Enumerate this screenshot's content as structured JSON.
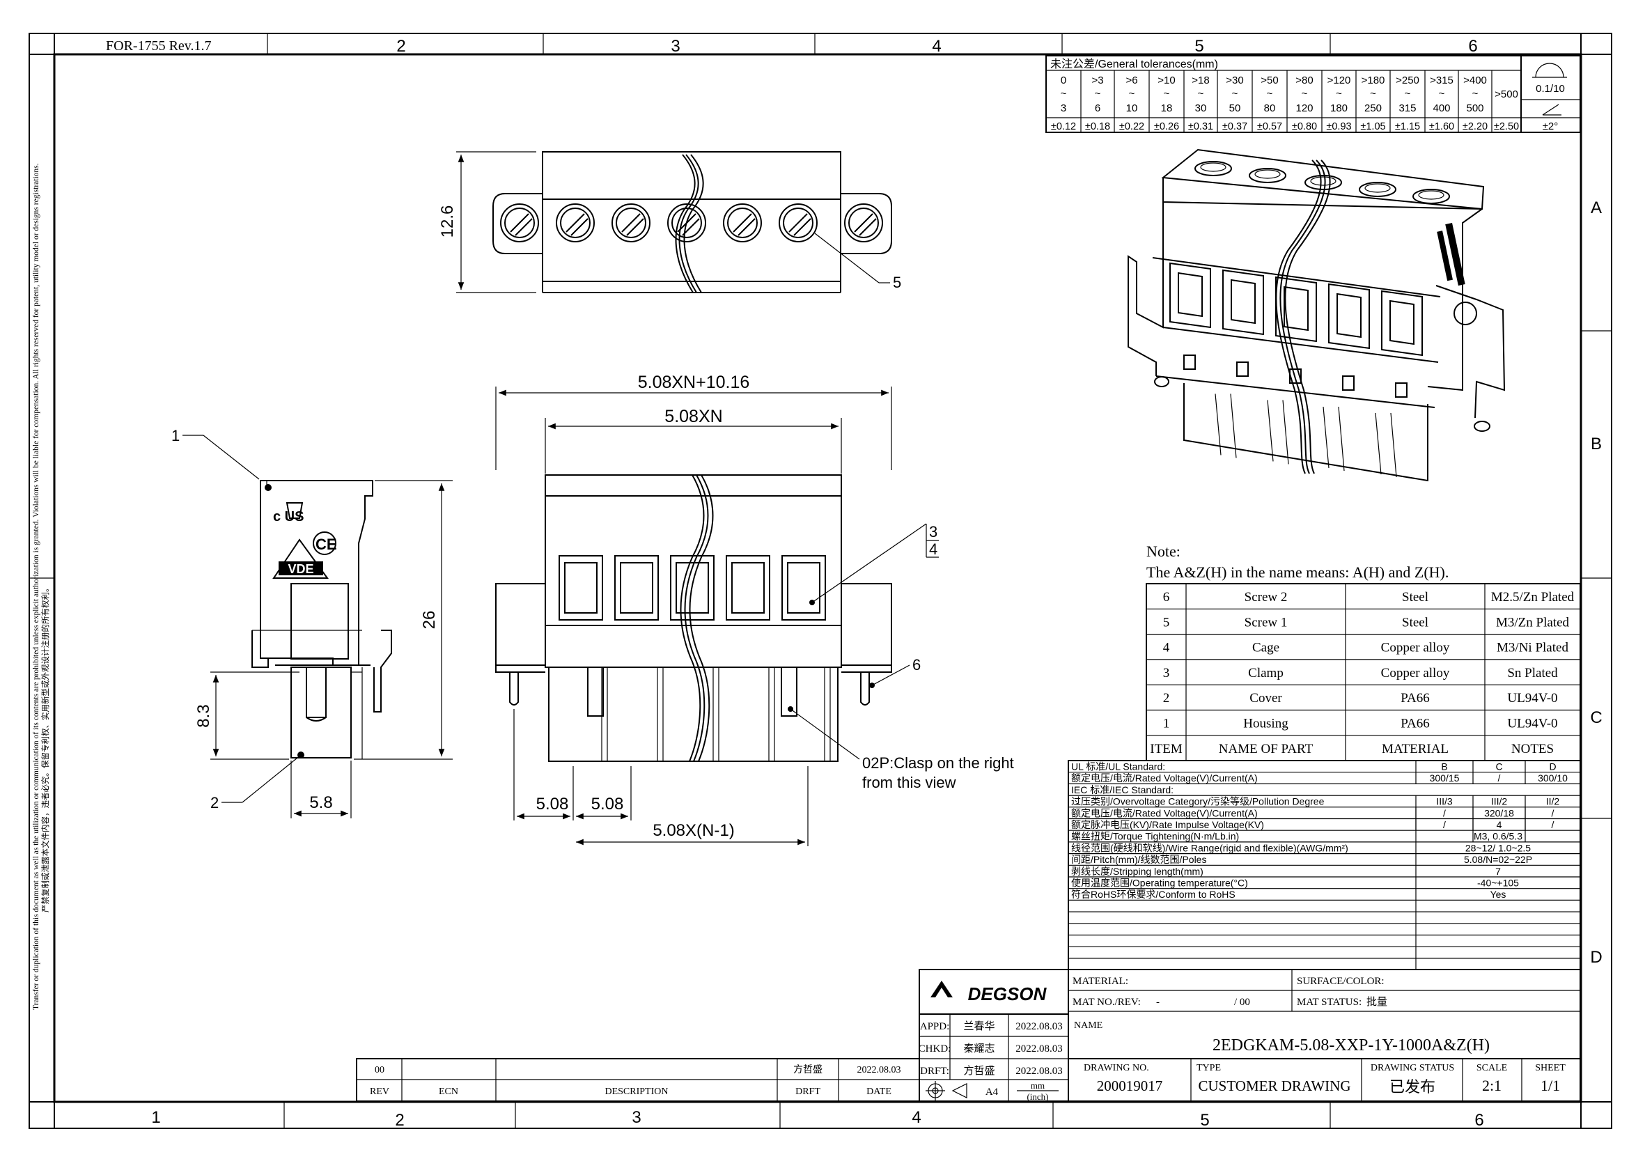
{
  "frame": {
    "form_no": "FOR-1755 Rev.1.7",
    "col_top": [
      "2",
      "3",
      "4",
      "5",
      "6"
    ],
    "col_bottom": [
      "1",
      "2",
      "3",
      "4",
      "5",
      "6"
    ],
    "rows": [
      "A",
      "B",
      "C",
      "D"
    ],
    "side_note_en": "Transfer or duplication of this document as well as the utilization or communication of its contents are prohibited unless explicit authorization is granted. Violations will be liable for compensation. All rights reserved for patent, utility model or designs registrations.",
    "side_note_cn": "严禁复制或泄露本文件内容，违者必究。保留专利权、实用新型或外观设计注册的所有权利。"
  },
  "tolerance": {
    "title": "未注公差/General tolerances(mm)",
    "from": [
      "0",
      ">3",
      ">6",
      ">10",
      ">18",
      ">30",
      ">50",
      ">80",
      ">120",
      ">180",
      ">250",
      ">315",
      ">400"
    ],
    "to": [
      "3",
      "6",
      "10",
      "18",
      "30",
      "50",
      "80",
      "120",
      "180",
      "250",
      "315",
      "400",
      "500"
    ],
    "tol": [
      "±0.12",
      "±0.18",
      "±0.22",
      "±0.26",
      "±0.31",
      "±0.37",
      "±0.57",
      "±0.80",
      "±0.93",
      "±1.05",
      "±1.15",
      "±1.60",
      "±2.20",
      "±2.50"
    ],
    "over": ">500",
    "flat": "0.1/10",
    "angle": "±2°"
  },
  "dimensions": {
    "top_height": "12.6",
    "overall_width": "5.08XN+10.16",
    "pitch_width": "5.08XN",
    "side_height": "26",
    "pin_height": "8.3",
    "side_width": "5.8",
    "pitch_a": "5.08",
    "pitch_b": "5.08",
    "pin_span": "5.08X(N-1)",
    "clasp_note_1": "02P:Clasp on the right",
    "clasp_note_2": "from this view"
  },
  "callouts": [
    "1",
    "2",
    "3",
    "4",
    "5",
    "6"
  ],
  "marks": {
    "ul": "c  US",
    "ce": "CE",
    "vde": "VDE"
  },
  "note": {
    "title": "Note:",
    "text": "The A&Z(H) in the name means: A(H) and Z(H)."
  },
  "bom": {
    "headers": [
      "ITEM",
      "NAME OF PART",
      "MATERIAL",
      "NOTES"
    ],
    "rows": [
      {
        "item": "6",
        "name": "Screw 2",
        "material": "Steel",
        "notes": "M2.5/Zn Plated"
      },
      {
        "item": "5",
        "name": "Screw 1",
        "material": "Steel",
        "notes": "M3/Zn Plated"
      },
      {
        "item": "4",
        "name": "Cage",
        "material": "Copper alloy",
        "notes": "M3/Ni Plated"
      },
      {
        "item": "3",
        "name": "Clamp",
        "material": "Copper alloy",
        "notes": "Sn Plated"
      },
      {
        "item": "2",
        "name": "Cover",
        "material": "PA66",
        "notes": "UL94V-0"
      },
      {
        "item": "1",
        "name": "Housing",
        "material": "PA66",
        "notes": "UL94V-0"
      }
    ]
  },
  "specs": {
    "ul_title": "UL 标准/UL Standard:",
    "ul_cols": [
      "B",
      "C",
      "D"
    ],
    "ul_rv_label": "额定电压/电流/Rated Voltage(V)/Current(A)",
    "ul_rv": [
      "300/15",
      "/",
      "300/10"
    ],
    "iec_title": "IEC 标准/IEC Standard:",
    "iec_rows": [
      {
        "label": "过压类别/Overvoltage Category/污染等级/Pollution Degree",
        "vals": [
          "III/3",
          "III/2",
          "II/2"
        ]
      },
      {
        "label": "额定电压/电流/Rated Voltage(V)/Current(A)",
        "vals": [
          "/",
          "320/18",
          "/"
        ]
      },
      {
        "label": "额定脉冲电压(KV)/Rate Impulse Voltage(KV)",
        "vals": [
          "/",
          "4",
          "/"
        ]
      }
    ],
    "general_rows": [
      {
        "label": "螺丝扭矩/Torque Tightening(N·m/Lb.in)",
        "val": "M3, 0.6/5.3"
      },
      {
        "label": "线径范围(硬线和软线)/Wire Range(rigid and flexible)(AWG/mm²)",
        "val": "28~12/ 1.0~2.5"
      },
      {
        "label": "间距/Pitch(mm)/线数范围/Poles",
        "val": "5.08/N=02~22P"
      },
      {
        "label": "剥线长度/Stripping length(mm)",
        "val": "7"
      },
      {
        "label": "使用温度范围/Operating temperature(°C)",
        "val": "-40~+105"
      },
      {
        "label": "符合RoHS环保要求/Conform to RoHS",
        "val": "Yes"
      }
    ]
  },
  "title_block": {
    "brand": "DEGSON",
    "material_label": "MATERIAL:",
    "surface_label": "SURFACE/COLOR:",
    "mat_no_label": "MAT NO./REV:",
    "mat_no": "-",
    "rev": "/ 00",
    "mat_status_label": "MAT STATUS:",
    "mat_status": "批量",
    "apprs": [
      {
        "role": "APPD:",
        "name": "兰春华",
        "date": "2022.08.03"
      },
      {
        "role": "CHKD:",
        "name": "秦耀志",
        "date": "2022.08.03"
      },
      {
        "role": "DRFT:",
        "name": "方哲盛",
        "date": "2022.08.03"
      }
    ],
    "paper": "A4",
    "unit_mm": "mm",
    "unit_inch": "(inch)",
    "name_label": "NAME",
    "name": "2EDGKAM-5.08-XXP-1Y-1000A&Z(H)",
    "drawing_no_label": "DRAWING NO.",
    "drawing_no": "200019017",
    "type_label": "TYPE",
    "type": "CUSTOMER DRAWING",
    "status_label": "DRAWING STATUS",
    "status": "已发布",
    "scale_label": "SCALE",
    "scale": "2:1",
    "sheet_label": "SHEET",
    "sheet": "1/1"
  },
  "revision": {
    "rev": "00",
    "drafter": "方哲盛",
    "date": "2022.08.03",
    "headers": [
      "REV",
      "ECN",
      "DESCRIPTION",
      "DRFT",
      "DATE"
    ]
  }
}
